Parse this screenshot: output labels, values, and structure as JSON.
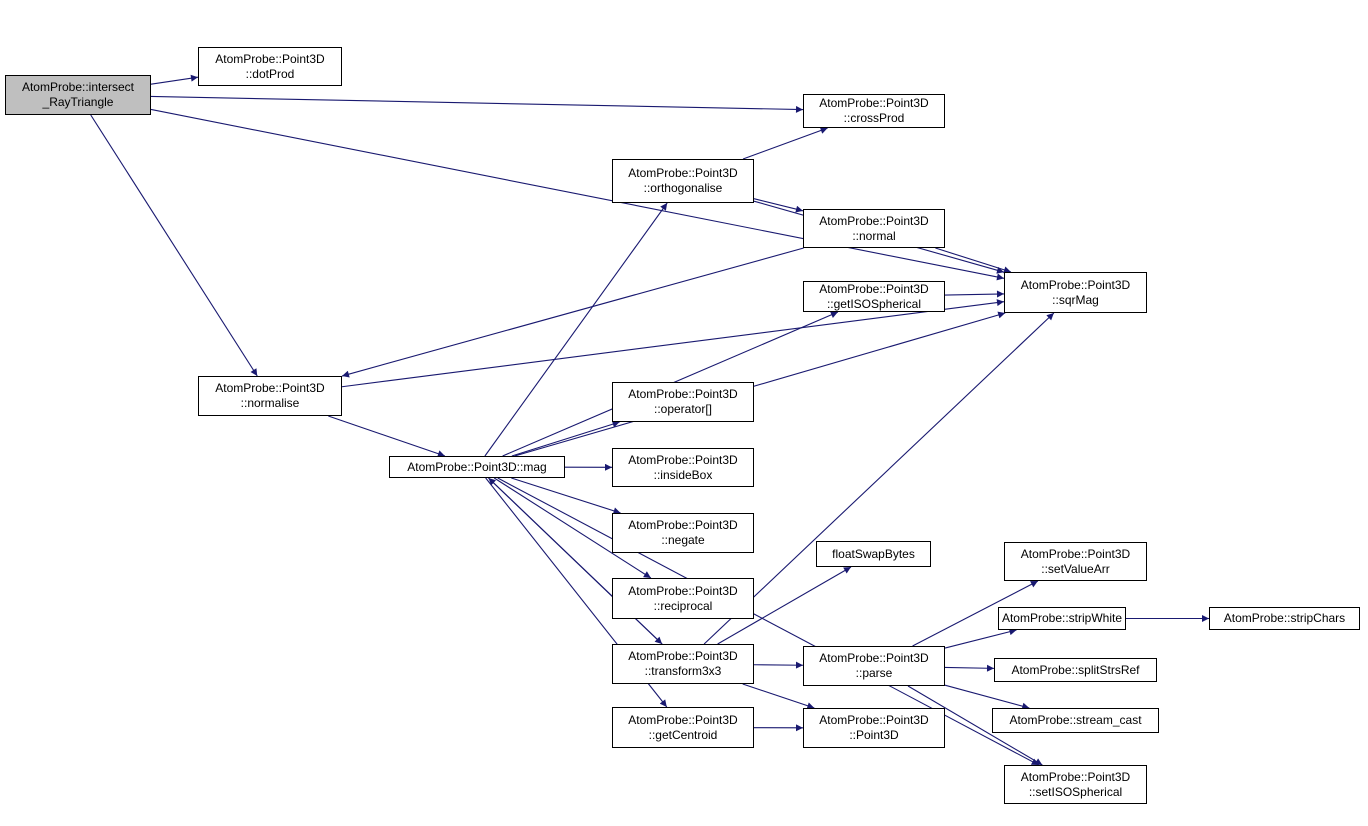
{
  "graph": {
    "nodes": [
      {
        "id": "intersect",
        "lines": [
          "AtomProbe::intersect",
          "_RayTriangle"
        ],
        "root": true
      },
      {
        "id": "dotProd",
        "lines": [
          "AtomProbe::Point3D",
          "::dotProd"
        ]
      },
      {
        "id": "crossProd",
        "lines": [
          "AtomProbe::Point3D",
          "::crossProd"
        ]
      },
      {
        "id": "orthogonalise",
        "lines": [
          "AtomProbe::Point3D",
          "::orthogonalise"
        ]
      },
      {
        "id": "normal",
        "lines": [
          "AtomProbe::Point3D",
          "::normal"
        ]
      },
      {
        "id": "sqrMag",
        "lines": [
          "AtomProbe::Point3D",
          "::sqrMag"
        ]
      },
      {
        "id": "getISOSpherical",
        "lines": [
          "AtomProbe::Point3D",
          "::getISOSpherical"
        ]
      },
      {
        "id": "normalise",
        "lines": [
          "AtomProbe::Point3D",
          "::normalise"
        ]
      },
      {
        "id": "mag",
        "lines": [
          "AtomProbe::Point3D::mag"
        ]
      },
      {
        "id": "operator",
        "lines": [
          "AtomProbe::Point3D",
          "::operator[]"
        ]
      },
      {
        "id": "insideBox",
        "lines": [
          "AtomProbe::Point3D",
          "::insideBox"
        ]
      },
      {
        "id": "negate",
        "lines": [
          "AtomProbe::Point3D",
          "::negate"
        ]
      },
      {
        "id": "reciprocal",
        "lines": [
          "AtomProbe::Point3D",
          "::reciprocal"
        ]
      },
      {
        "id": "transform3x3",
        "lines": [
          "AtomProbe::Point3D",
          "::transform3x3"
        ]
      },
      {
        "id": "getCentroid",
        "lines": [
          "AtomProbe::Point3D",
          "::getCentroid"
        ]
      },
      {
        "id": "floatSwapBytes",
        "lines": [
          "floatSwapBytes"
        ]
      },
      {
        "id": "parse",
        "lines": [
          "AtomProbe::Point3D",
          "::parse"
        ]
      },
      {
        "id": "Point3D",
        "lines": [
          "AtomProbe::Point3D",
          "::Point3D"
        ]
      },
      {
        "id": "setValueArr",
        "lines": [
          "AtomProbe::Point3D",
          "::setValueArr"
        ]
      },
      {
        "id": "stripWhite",
        "lines": [
          "AtomProbe::stripWhite"
        ]
      },
      {
        "id": "stripChars",
        "lines": [
          "AtomProbe::stripChars"
        ]
      },
      {
        "id": "splitStrsRef",
        "lines": [
          "AtomProbe::splitStrsRef"
        ]
      },
      {
        "id": "stream_cast",
        "lines": [
          "AtomProbe::stream_cast"
        ]
      },
      {
        "id": "setISOSpherical",
        "lines": [
          "AtomProbe::Point3D",
          "::setISOSpherical"
        ]
      }
    ],
    "edges": [
      [
        "intersect",
        "dotProd"
      ],
      [
        "intersect",
        "crossProd"
      ],
      [
        "intersect",
        "sqrMag"
      ],
      [
        "intersect",
        "normalise"
      ],
      [
        "orthogonalise",
        "crossProd"
      ],
      [
        "orthogonalise",
        "sqrMag"
      ],
      [
        "orthogonalise",
        "normal"
      ],
      [
        "normal",
        "sqrMag"
      ],
      [
        "normal",
        "normalise"
      ],
      [
        "getISOSpherical",
        "sqrMag"
      ],
      [
        "normalise",
        "mag"
      ],
      [
        "normalise",
        "sqrMag"
      ],
      [
        "mag",
        "orthogonalise"
      ],
      [
        "mag",
        "getISOSpherical"
      ],
      [
        "mag",
        "sqrMag"
      ],
      [
        "mag",
        "operator"
      ],
      [
        "mag",
        "insideBox"
      ],
      [
        "mag",
        "negate"
      ],
      [
        "mag",
        "reciprocal"
      ],
      [
        "mag",
        "transform3x3"
      ],
      [
        "mag",
        "getCentroid"
      ],
      [
        "mag",
        "setISOSpherical"
      ],
      [
        "transform3x3",
        "mag"
      ],
      [
        "transform3x3",
        "sqrMag"
      ],
      [
        "transform3x3",
        "floatSwapBytes"
      ],
      [
        "transform3x3",
        "parse"
      ],
      [
        "transform3x3",
        "Point3D"
      ],
      [
        "getCentroid",
        "Point3D"
      ],
      [
        "parse",
        "setValueArr"
      ],
      [
        "parse",
        "stripWhite"
      ],
      [
        "parse",
        "splitStrsRef"
      ],
      [
        "parse",
        "stream_cast"
      ],
      [
        "parse",
        "setISOSpherical"
      ],
      [
        "stripWhite",
        "stripChars"
      ]
    ],
    "colors": {
      "edge": "#191970",
      "node_border": "#000000",
      "root_fill": "#bfbfbf",
      "node_fill": "#ffffff"
    }
  }
}
